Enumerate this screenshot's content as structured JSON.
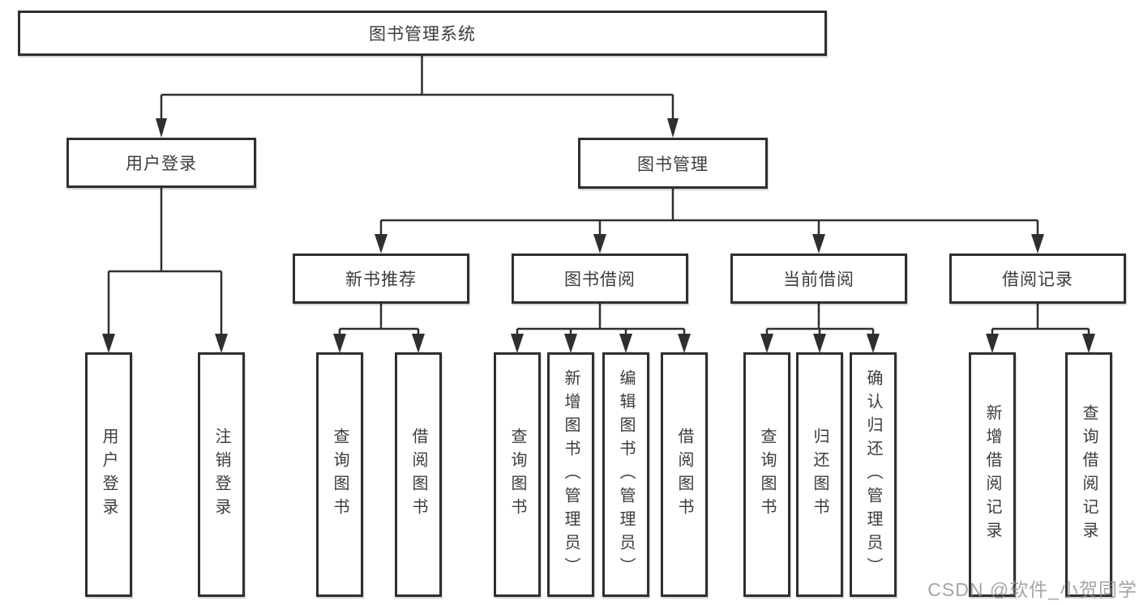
{
  "colors": {
    "line": "#2f2f2f",
    "text": "#3c3c3c",
    "watermark": "#8f8f8f",
    "background": "#ffffff"
  },
  "watermark": {
    "text": "CSDN @软件_小贺同学"
  },
  "tree": {
    "root": {
      "label": "图书管理系统"
    },
    "branches": [
      {
        "label": "用户登录",
        "children": [
          {
            "label": "用户登录"
          },
          {
            "label": "注销登录"
          }
        ]
      },
      {
        "label": "图书管理",
        "sections": [
          {
            "label": "新书推荐",
            "children": [
              {
                "label": "查询图书"
              },
              {
                "label": "借阅图书"
              }
            ]
          },
          {
            "label": "图书借阅",
            "children": [
              {
                "label": "查询图书"
              },
              {
                "label": "新增图书（管理员）"
              },
              {
                "label": "编辑图书（管理员）"
              },
              {
                "label": "借阅图书"
              }
            ]
          },
          {
            "label": "当前借阅",
            "children": [
              {
                "label": "查询图书"
              },
              {
                "label": "归还图书"
              },
              {
                "label": "确认归还（管理员）"
              }
            ]
          },
          {
            "label": "借阅记录",
            "children": [
              {
                "label": "新增借阅记录"
              },
              {
                "label": "查询借阅记录"
              }
            ]
          }
        ]
      }
    ]
  }
}
